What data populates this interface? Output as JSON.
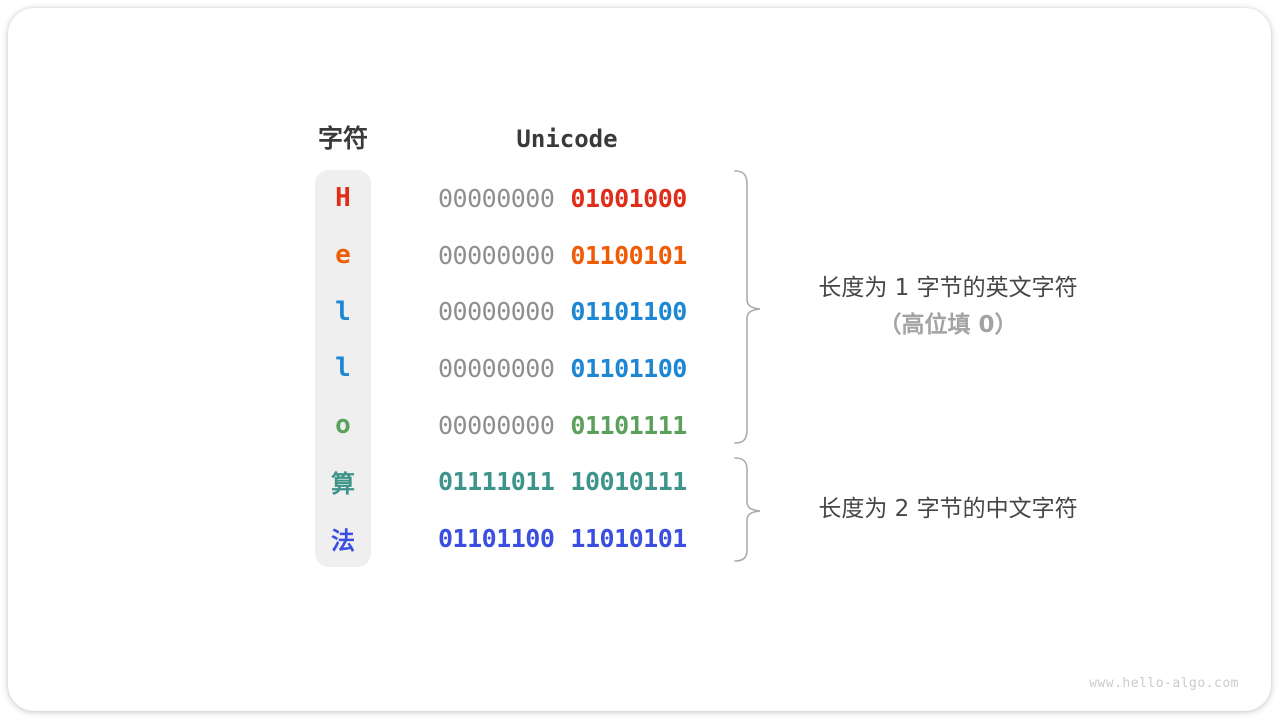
{
  "figure": {
    "char_header": "字符",
    "unicode_header": "Unicode",
    "rows": [
      {
        "char": "H",
        "char_color": "#e02d1a",
        "byte1": "00000000",
        "byte1_color": "#8f8f8f",
        "byte1_bold": false,
        "byte2": "01001000",
        "byte2_color": "#e02d1a"
      },
      {
        "char": "e",
        "char_color": "#f05c05",
        "byte1": "00000000",
        "byte1_color": "#8f8f8f",
        "byte1_bold": false,
        "byte2": "01100101",
        "byte2_color": "#f05c05"
      },
      {
        "char": "l",
        "char_color": "#1d87d3",
        "byte1": "00000000",
        "byte1_color": "#8f8f8f",
        "byte1_bold": false,
        "byte2": "01101100",
        "byte2_color": "#1d87d3"
      },
      {
        "char": "l",
        "char_color": "#1d87d3",
        "byte1": "00000000",
        "byte1_color": "#8f8f8f",
        "byte1_bold": false,
        "byte2": "01101100",
        "byte2_color": "#1d87d3"
      },
      {
        "char": "o",
        "char_color": "#5ba15b",
        "byte1": "00000000",
        "byte1_color": "#8f8f8f",
        "byte1_bold": false,
        "byte2": "01101111",
        "byte2_color": "#5ba15b"
      },
      {
        "char": "算",
        "char_color": "#3e948a",
        "byte1": "01111011",
        "byte1_color": "#3e948a",
        "byte1_bold": true,
        "byte2": "10010111",
        "byte2_color": "#3e948a"
      },
      {
        "char": "法",
        "char_color": "#3a4ee0",
        "byte1": "01101100",
        "byte1_color": "#3a4ee0",
        "byte1_bold": true,
        "byte2": "11010101",
        "byte2_color": "#3a4ee0"
      }
    ],
    "annotations": {
      "english_group_line1": "长度为 1 字节的英文字符",
      "english_group_line2": "（高位填 0）",
      "chinese_group": "长度为 2 字节的中文字符"
    },
    "brace_color": "#ababab",
    "watermark": "www.hello-algo.com"
  }
}
